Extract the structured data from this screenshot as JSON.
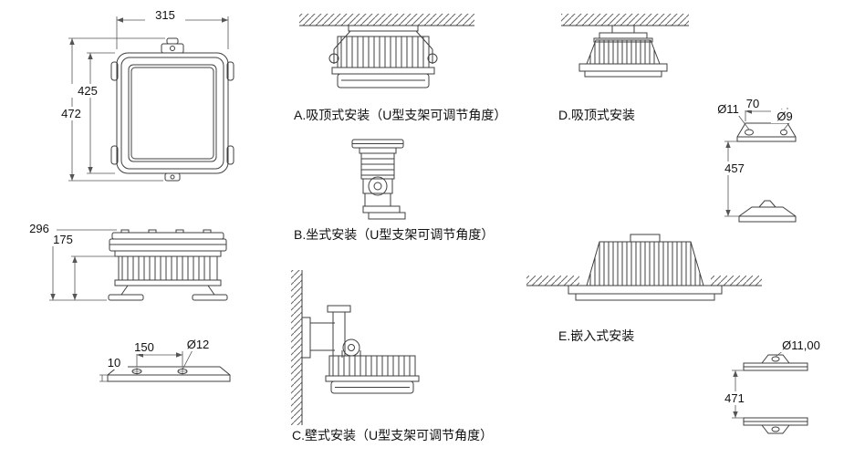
{
  "front_view": {
    "width": "315",
    "frame_height": "425",
    "total_height": "472"
  },
  "side_view": {
    "total_height": "296",
    "inner_height": "175"
  },
  "mount_bar": {
    "hole_spacing": "150",
    "hole_dia": "Ø12",
    "thickness": "10"
  },
  "installs": {
    "a": "A.吸顶式安装（U型支架可调节角度）",
    "b": "B.坐式安装（U型支架可调节角度）",
    "c": "C.壁式安装（U型支架可调节角度）",
    "d": "D.吸顶式安装",
    "e": "E.嵌入式安装"
  },
  "pole_bracket_top": {
    "hole_left": "Ø11",
    "span": "70",
    "hole_right": "Ø9",
    "length": "457"
  },
  "pole_bracket_bottom": {
    "hole": "Ø11,00",
    "length": "471"
  }
}
